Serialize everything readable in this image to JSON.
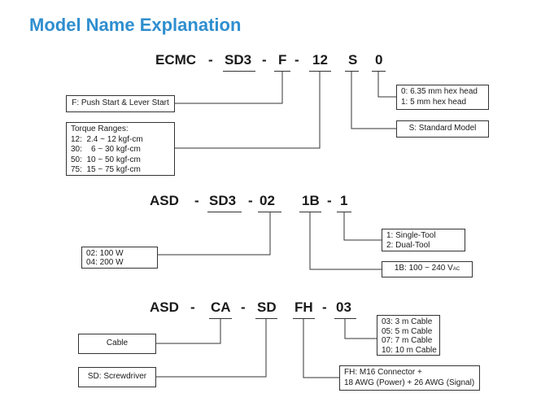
{
  "title": "Model Name Explanation",
  "section1": {
    "segments": [
      "ECMC",
      "-",
      "SD3",
      "-",
      "F",
      "-",
      "12",
      "S",
      "0"
    ],
    "boxes": {
      "push_start": "F: Push Start & Lever Start",
      "torque": [
        "Torque Ranges:",
        "12:  2.4 ~ 12 kgf-cm",
        "30:    6 ~ 30 kgf-cm",
        "50:  10 ~ 50 kgf-cm",
        "75:  15 ~ 75 kgf-cm"
      ],
      "hex": [
        "0: 6.35 mm hex head",
        "1: 5 mm hex head"
      ],
      "standard": "S: Standard Model"
    }
  },
  "section2": {
    "segments": [
      "ASD",
      "-",
      "SD3",
      "-",
      "02",
      "1B",
      "-",
      "1"
    ],
    "boxes": {
      "power": [
        "02: 100 W",
        "04: 200 W"
      ],
      "tool": [
        "1: Single-Tool",
        "2: Dual-Tool"
      ],
      "voltage": "1B: 100 ~ 240 V",
      "voltage_sub": "AC"
    }
  },
  "section3": {
    "segments": [
      "ASD",
      "-",
      "CA",
      "-",
      "SD",
      "FH",
      "-",
      "03"
    ],
    "boxes": {
      "cable": "Cable",
      "screwdriver": "SD: Screwdriver",
      "length": [
        "03: 3 m Cable",
        "05: 5 m Cable",
        "07: 7 m Cable",
        "10: 10 m Cable"
      ],
      "connector": [
        "FH: M16 Connector +",
        "18 AWG (Power) + 26 AWG (Signal)"
      ]
    }
  }
}
